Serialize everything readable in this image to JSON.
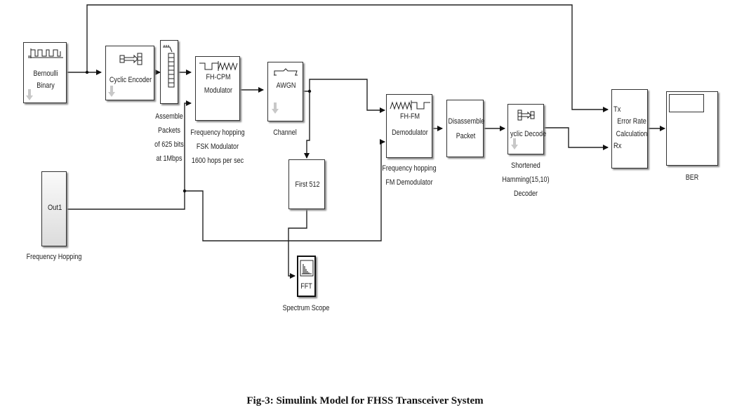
{
  "figure": {
    "caption": "Fig-3: Simulink Model for FHSS Transceiver System"
  },
  "blocks": {
    "bernoulli": {
      "text_line1": "Bernoulli",
      "text_line2": "Binary",
      "icon": "square-wave-icon"
    },
    "cyclic_encoder": {
      "text": "Cyclic Encoder",
      "icon": "encoder-icon"
    },
    "assemble": {
      "label_lines": [
        "Assemble",
        "Packets",
        "of 625 bits",
        "at 1Mbps"
      ],
      "icon": "buffer-icon"
    },
    "fh_cpm_mod": {
      "text_line1": "FH-CPM",
      "text_line2": "Modulator",
      "label_lines": [
        "Frequency hopping",
        "FSK Modulator",
        "1600 hops per sec"
      ],
      "icon": "modulation-wave-icon"
    },
    "awgn": {
      "text": "AWGN",
      "label": "Channel",
      "icon": "channel-icon"
    },
    "first512": {
      "text": "First 512"
    },
    "spectrum_scope": {
      "text": "FFT",
      "label": "Spectrum Scope",
      "icon": "spectrum-icon"
    },
    "fh_fm_demod": {
      "text_line1": "FH-FM",
      "text_line2": "Demodulator",
      "label_lines": [
        "Frequency hopping",
        "FM Demodulator"
      ],
      "icon": "demodulation-wave-icon"
    },
    "disassemble": {
      "text_line1": "Disassemble",
      "text_line2": "Packet"
    },
    "cyclic_decoder": {
      "text": "yclic Decode",
      "label_lines": [
        "Shortened",
        "Hamming(15,10)",
        "Decoder"
      ],
      "icon": "decoder-icon"
    },
    "error_rate": {
      "port_tx": "Tx",
      "port_rx": "Rx",
      "text_line1": "Error Rate",
      "text_line2": "Calculation"
    },
    "ber": {
      "label": "BER",
      "icon": "display-icon"
    },
    "freq_hopping": {
      "port_out": "Out1",
      "label": "Frequency Hopping"
    }
  }
}
